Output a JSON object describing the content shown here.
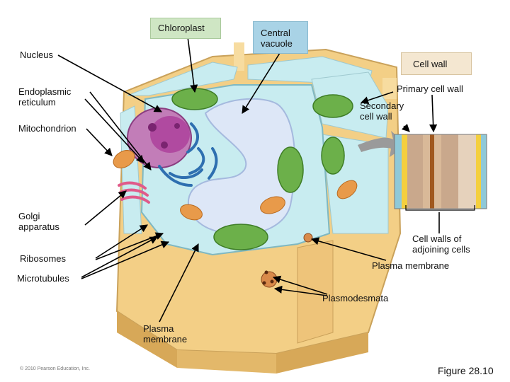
{
  "labels": {
    "chloroplast": "Chloroplast",
    "central_vacuole_1": "Central",
    "central_vacuole_2": "vacuole",
    "nucleus": "Nucleus",
    "cell_wall": "Cell wall",
    "er_1": "Endoplasmic",
    "er_2": "reticulum",
    "primary_cell_wall": "Primary cell wall",
    "secondary_cell_wall_1": "Secondary",
    "secondary_cell_wall_2": "cell wall",
    "mitochondrion": "Mitochondrion",
    "golgi_1": "Golgi",
    "golgi_2": "apparatus",
    "cell_walls_adjoining_1": "Cell walls of",
    "cell_walls_adjoining_2": "adjoining cells",
    "ribosomes": "Ribosomes",
    "plasma_membrane_right": "Plasma membrane",
    "microtubules": "Microtubules",
    "plasmodesmata": "Plasmodesmata",
    "plasma_membrane_bottom_1": "Plasma",
    "plasma_membrane_bottom_2": "membrane"
  },
  "footer": {
    "copyright": "© 2010 Pearson Education, Inc.",
    "figure": "Figure 28.10"
  },
  "colors": {
    "cytoplasm": "#c8ecf0",
    "vacuole": "#dde7f7",
    "cell_wall": "#f3cf86",
    "nucleus": "#b04aa0",
    "chloroplast": "#6cb04a",
    "mitochondrion": "#e89a4a",
    "er": "#2e6fb0"
  }
}
